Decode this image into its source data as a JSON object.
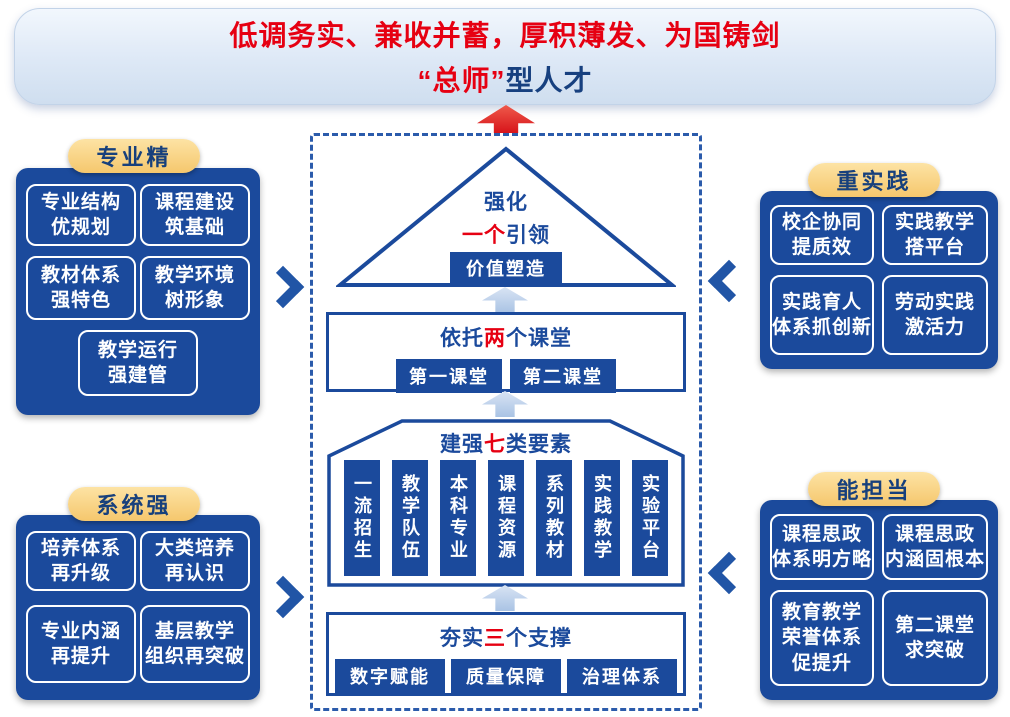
{
  "banner": {
    "line1": "低调务实、兼收并蓄，厚积薄发、为国铸剑",
    "line2_red": "“总师”",
    "line2_dark": "型人才"
  },
  "center": {
    "pyramid": {
      "title": "强化",
      "sub_red": "一个",
      "sub_dark": "引领",
      "badge": "价值塑造"
    },
    "level2": {
      "title_pre": "依托",
      "title_red": "两",
      "title_post": "个课堂",
      "boxes": [
        "第一课堂",
        "第二课堂"
      ]
    },
    "level3": {
      "title_pre": "建强",
      "title_red": "七",
      "title_post": "类要素",
      "bars": [
        "一流招生",
        "教学队伍",
        "本科专业",
        "课程资源",
        "系列教材",
        "实践教学",
        "实验平台"
      ]
    },
    "level4": {
      "title_pre": "夯实",
      "title_red": "三",
      "title_post": "个支撑",
      "boxes": [
        "数字赋能",
        "质量保障",
        "治理体系"
      ]
    }
  },
  "groups": {
    "left_top": {
      "label": "专业精",
      "items": [
        "专业结构\n优规划",
        "课程建设\n筑基础",
        "教材体系\n强特色",
        "教学环境\n树形象",
        "教学运行\n强建管"
      ]
    },
    "left_bottom": {
      "label": "系统强",
      "items": [
        "培养体系\n再升级",
        "大类培养\n再认识",
        "专业内涵\n再提升",
        "基层教学\n组织再突破"
      ]
    },
    "right_top": {
      "label": "重实践",
      "items": [
        "校企协同\n提质效",
        "实践教学\n搭平台",
        "实践育人\n体系抓创新",
        "劳动实践\n激活力"
      ]
    },
    "right_bottom": {
      "label": "能担当",
      "items": [
        "课程思政\n体系明方略",
        "课程思政\n内涵固根本",
        "教育教学\n荣誉体系\n促提升",
        "第二课堂\n求突破"
      ]
    }
  },
  "colors": {
    "dark_blue": "#1b4a9c",
    "red": "#e60012",
    "pill_yellow": "#f8d189",
    "arrow_light_blue": "#b9cde8",
    "banner_bg": "#dde8f6"
  }
}
